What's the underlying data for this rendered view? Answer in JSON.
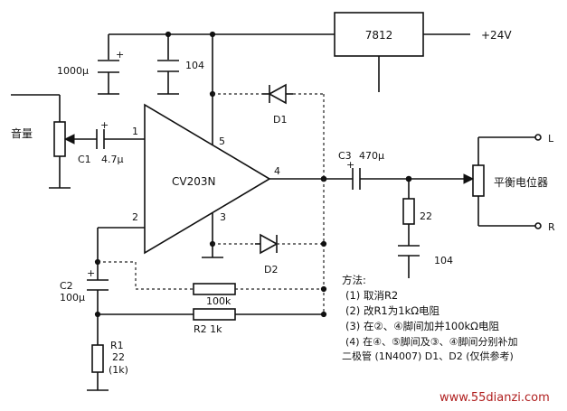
{
  "labels": {
    "regulator": "7812",
    "supply": "+24V",
    "c_1000": "1000μ",
    "c_104_top": "104",
    "volume": "音量",
    "c1_name": "C1",
    "c1_value": "4.7μ",
    "ic": "CV203N",
    "pin1": "1",
    "pin2": "2",
    "pin3": "3",
    "pin4": "4",
    "pin5": "5",
    "d1": "D1",
    "d2": "D2",
    "c3_name": "C3",
    "c3_value": "470μ",
    "r_22": "22",
    "c_104_out": "104",
    "balance": "平衡电位器",
    "out_l": "L",
    "out_r": "R",
    "c2_name": "C2",
    "c2_value": "100μ",
    "r_100k": "100k",
    "r2": "R2  1k",
    "r1_name": "R1",
    "r1_value": "22",
    "r1_alt": "(1k)",
    "plus": "+"
  },
  "notes": {
    "title": "方法:",
    "lines": [
      "(1) 取消R2",
      "(2) 改R1为1kΩ电阻",
      "(3) 在②、④脚间加并100kΩ电阻",
      "(4) 在④、⑤脚间及③、④脚间分别补加",
      "二极管 (1N4007) D1、D2 (仅供参考)"
    ]
  },
  "watermark": "www.55dianzi.com"
}
